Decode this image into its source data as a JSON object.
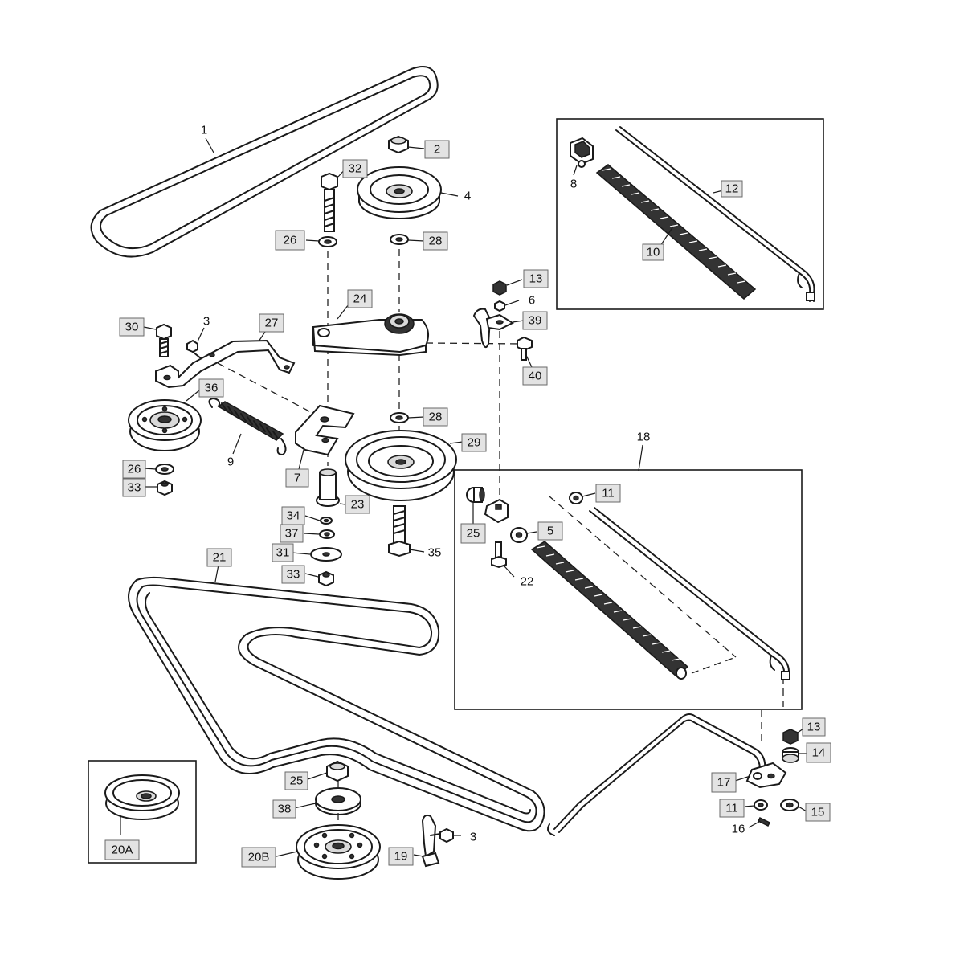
{
  "callouts": {
    "c1": "1",
    "c2": "2",
    "c3a": "3",
    "c3b": "3",
    "c4": "4",
    "c5": "5",
    "c6": "6",
    "c7": "7",
    "c8": "8",
    "c9": "9",
    "c10": "10",
    "c11a": "11",
    "c11b": "11",
    "c12": "12",
    "c13a": "13",
    "c13b": "13",
    "c14": "14",
    "c15": "15",
    "c16": "16",
    "c17": "17",
    "c18": "18",
    "c19": "19",
    "c20a": "20A",
    "c20b": "20B",
    "c21": "21",
    "c22": "22",
    "c23": "23",
    "c24": "24",
    "c25a": "25",
    "c25b": "25",
    "c26a": "26",
    "c26b": "26",
    "c27": "27",
    "c28a": "28",
    "c28b": "28",
    "c29": "29",
    "c30": "30",
    "c31": "31",
    "c32": "32",
    "c33a": "33",
    "c33b": "33",
    "c34": "34",
    "c35": "35",
    "c36": "36",
    "c37": "37",
    "c38": "38",
    "c39": "39",
    "c40": "40"
  }
}
